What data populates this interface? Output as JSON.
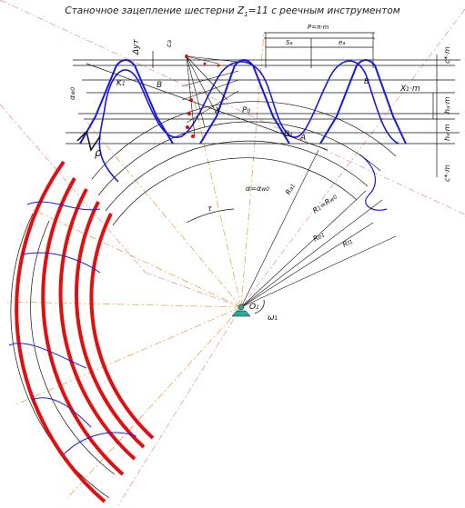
{
  "title": "Станочное зацепление шестерни Z",
  "title_sub": "1",
  "title_tail": "=11 с реечным инструментом",
  "labels": {
    "delta_yt": "Δyт",
    "ca": "c",
    "ca_sub": "a",
    "p_am": "P=π·m",
    "sa": "S",
    "sa_sub": "a",
    "ea": "e",
    "ea_sub": "a",
    "alpha_w0_left": "α",
    "alpha_w0_left_sub": "w0",
    "b_left": "B",
    "k1": "K",
    "k1_sub": "1",
    "b_upper": "B",
    "x_point": "X",
    "p0": "P",
    "p0_sub": "0",
    "a_point": "A",
    "b1": "B",
    "b1_sub": "1",
    "rho": "ρ",
    "x1m": "X",
    "x1m_tail": "·m",
    "ha_m_top": "h",
    "ha_m_top_tail": "·m",
    "ha_m_bot": "h",
    "ha_m_bot_tail": "·m",
    "c_m_top": "c*·m",
    "c_m_bot": "c*·m",
    "alpha_eq": "α=α",
    "alpha_eq_sub": "w0",
    "r_a1": "R",
    "r_a1_sub": "a1",
    "r1_rw0": "R",
    "r1_rw0_mid": "=R",
    "r1_rw0_sub": "w0",
    "r_b1": "R",
    "r_b1_sub": "b1",
    "r_f1": "R",
    "r_f1_sub": "f1",
    "tau": "τ",
    "o1": "O",
    "o1_sub": "1",
    "omega1": "ω",
    "omega1_sub": "1"
  },
  "colors": {
    "profile_blue": "#1a1ad6",
    "involute_red": "#e01010",
    "dash_orange": "#e08a1a",
    "dash_pink": "#e07a7a",
    "line_black": "#111111",
    "pivot_green": "#2aa89a"
  }
}
